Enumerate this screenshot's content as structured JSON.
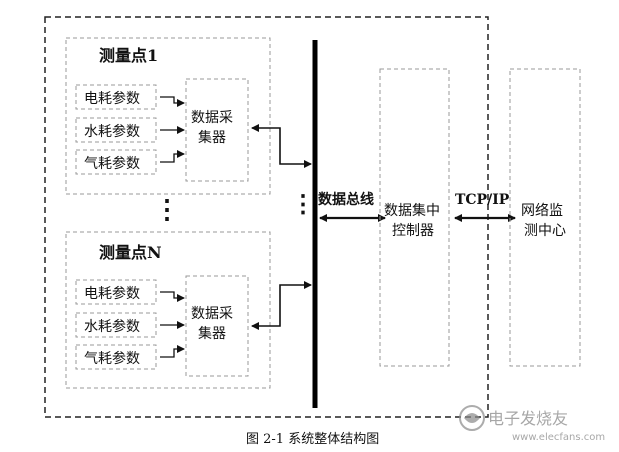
{
  "diagram": {
    "groups": [
      {
        "title": "测量点1",
        "params": [
          "电耗参数",
          "水耗参数",
          "气耗参数"
        ],
        "collector_lines": [
          "数据采",
          "集器"
        ]
      },
      {
        "title": "测量点N",
        "params": [
          "电耗参数",
          "水耗参数",
          "气耗参数"
        ],
        "collector_lines": [
          "数据采",
          "集器"
        ]
      }
    ],
    "vertical_ellipsis": "⋮",
    "bus_ellipsis": "⋮",
    "bus_label": "数据总线",
    "concentrator_lines": [
      "数据集中",
      "控制器"
    ],
    "protocol_label": "TCP/IP",
    "center_lines": [
      "网络监",
      "测中心"
    ],
    "caption": "图 2-1  系统整体结构图"
  },
  "watermark": {
    "text": "电子发烧友",
    "url": "www.elecfans.com"
  }
}
